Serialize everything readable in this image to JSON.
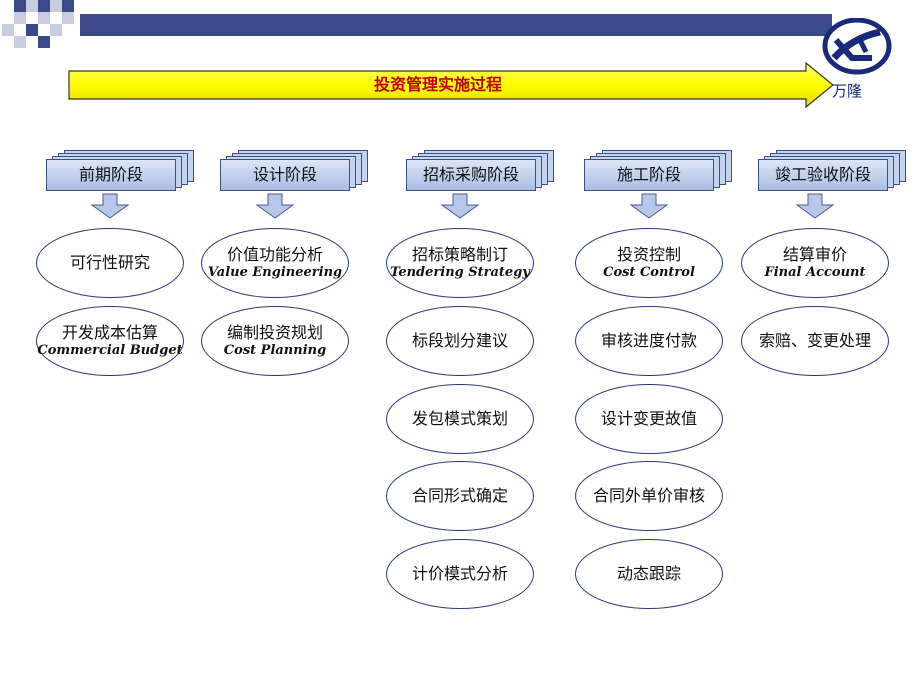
{
  "banner": {
    "title": "投资管理实施过程"
  },
  "logo": {
    "text": "万隆"
  },
  "colors": {
    "banner_fill": "#ffff00",
    "banner_text": "#c00000",
    "oval_border": "#2a3a7a",
    "topbar": "#3a4a8a"
  },
  "stages": [
    {
      "label": "前期阶段",
      "items": [
        {
          "zh": "可行性研究",
          "en": ""
        },
        {
          "zh": "开发成本估算",
          "en": "Commercial Budget"
        }
      ]
    },
    {
      "label": "设计阶段",
      "items": [
        {
          "zh": "价值功能分析",
          "en": "Value Engineering"
        },
        {
          "zh": "编制投资规划",
          "en": "Cost Planning"
        }
      ]
    },
    {
      "label": "招标采购阶段",
      "items": [
        {
          "zh": "招标策略制订",
          "en": "Tendering Strategy"
        },
        {
          "zh": "标段划分建议",
          "en": ""
        },
        {
          "zh": "发包模式策划",
          "en": ""
        },
        {
          "zh": "合同形式确定",
          "en": ""
        },
        {
          "zh": "计价模式分析",
          "en": ""
        }
      ]
    },
    {
      "label": "施工阶段",
      "items": [
        {
          "zh": "投资控制",
          "en": "Cost Control"
        },
        {
          "zh": "审核进度付款",
          "en": ""
        },
        {
          "zh": "设计变更故值",
          "en": ""
        },
        {
          "zh": "合同外单价审核",
          "en": ""
        },
        {
          "zh": "动态跟踪",
          "en": ""
        }
      ]
    },
    {
      "label": "竣工验收阶段",
      "items": [
        {
          "zh": "结算审价",
          "en": "Final Account"
        },
        {
          "zh": "索赔、变更处理",
          "en": ""
        }
      ]
    }
  ]
}
